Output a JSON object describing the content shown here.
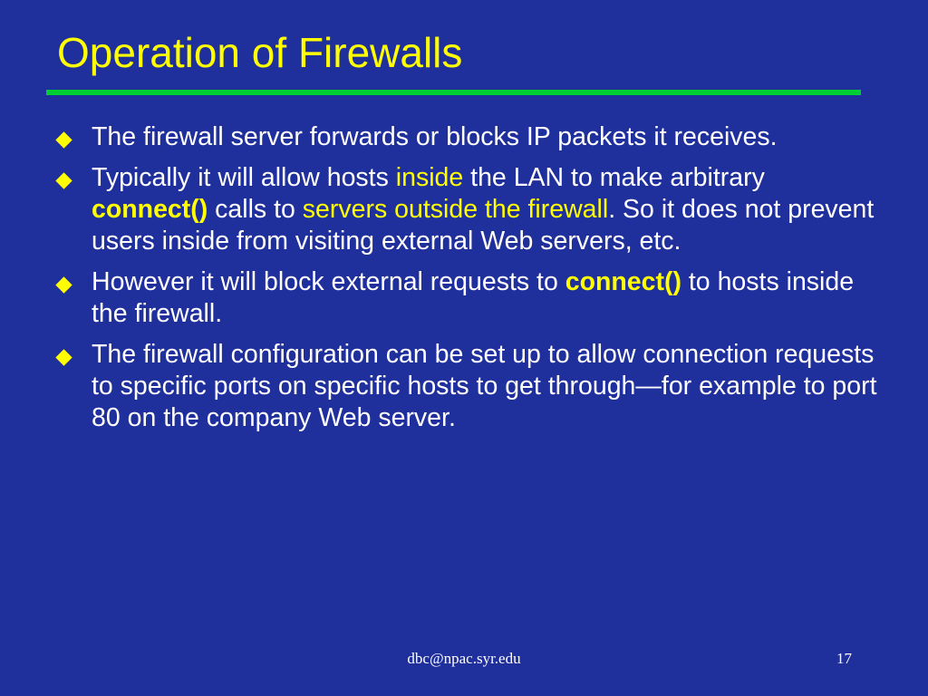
{
  "slide": {
    "title": "Operation of Firewalls",
    "bullets": [
      {
        "segments": [
          {
            "text": "The firewall server forwards or blocks IP packets it receives.",
            "style": "plain"
          }
        ]
      },
      {
        "segments": [
          {
            "text": "Typically it will allow hosts ",
            "style": "plain"
          },
          {
            "text": "inside",
            "style": "highlight"
          },
          {
            "text": " the LAN to make arbitrary ",
            "style": "plain"
          },
          {
            "text": "connect()",
            "style": "highlight-bold"
          },
          {
            "text": " calls to ",
            "style": "plain"
          },
          {
            "text": "servers outside the firewall",
            "style": "highlight"
          },
          {
            "text": ". So it does not prevent users inside from visiting external Web servers, etc.",
            "style": "plain"
          }
        ]
      },
      {
        "segments": [
          {
            "text": "However it will block external requests to ",
            "style": "plain"
          },
          {
            "text": "connect()",
            "style": "highlight-bold"
          },
          {
            "text": " to hosts inside the firewall.",
            "style": "plain"
          }
        ]
      },
      {
        "segments": [
          {
            "text": "The firewall configuration can be set up to allow connection requests to specific ports on specific hosts to get through—for example to port 80 on the company Web server.",
            "style": "plain"
          }
        ]
      }
    ]
  },
  "footer": {
    "email": "dbc@npac.syr.edu",
    "page_number": "17"
  },
  "colors": {
    "background": "#1f2f9c",
    "title": "#ffff00",
    "rule": "#00cc33",
    "body_text": "#ffffff",
    "highlight": "#ffff00"
  },
  "icons": {
    "bullet": "diamond-bullet-icon"
  }
}
